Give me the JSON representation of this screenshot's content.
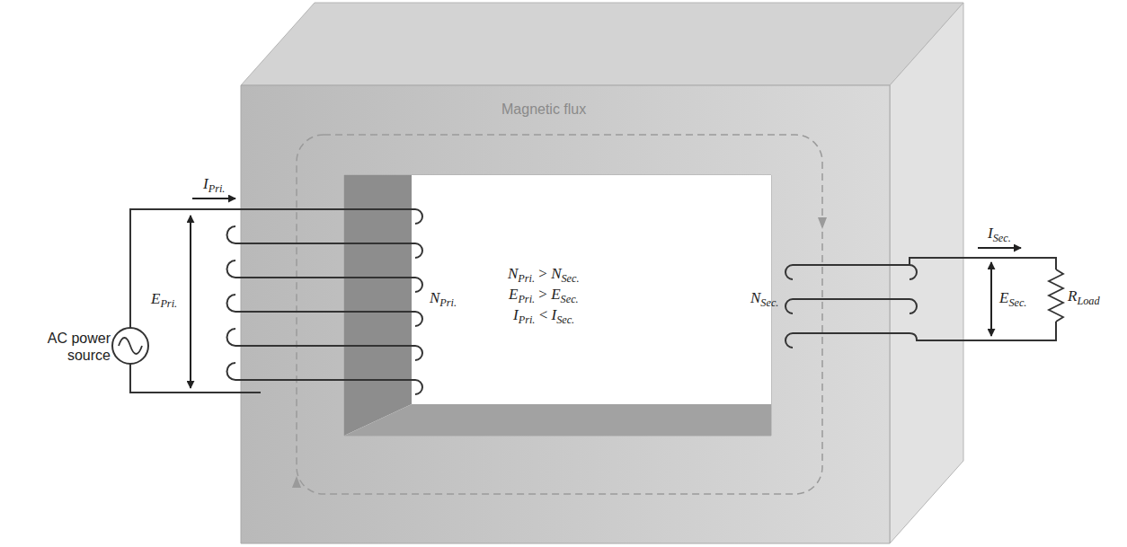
{
  "diagram": {
    "labels": [
      "Magnetic flux",
      "IPri.",
      "EPri.",
      "AC power source",
      "NPri.",
      "NPri. > NSec.",
      "EPri. > ESec.",
      "IPri. < ISec.",
      "NSec.",
      "ISec.",
      "ESec.",
      "RLoad"
    ]
  }
}
